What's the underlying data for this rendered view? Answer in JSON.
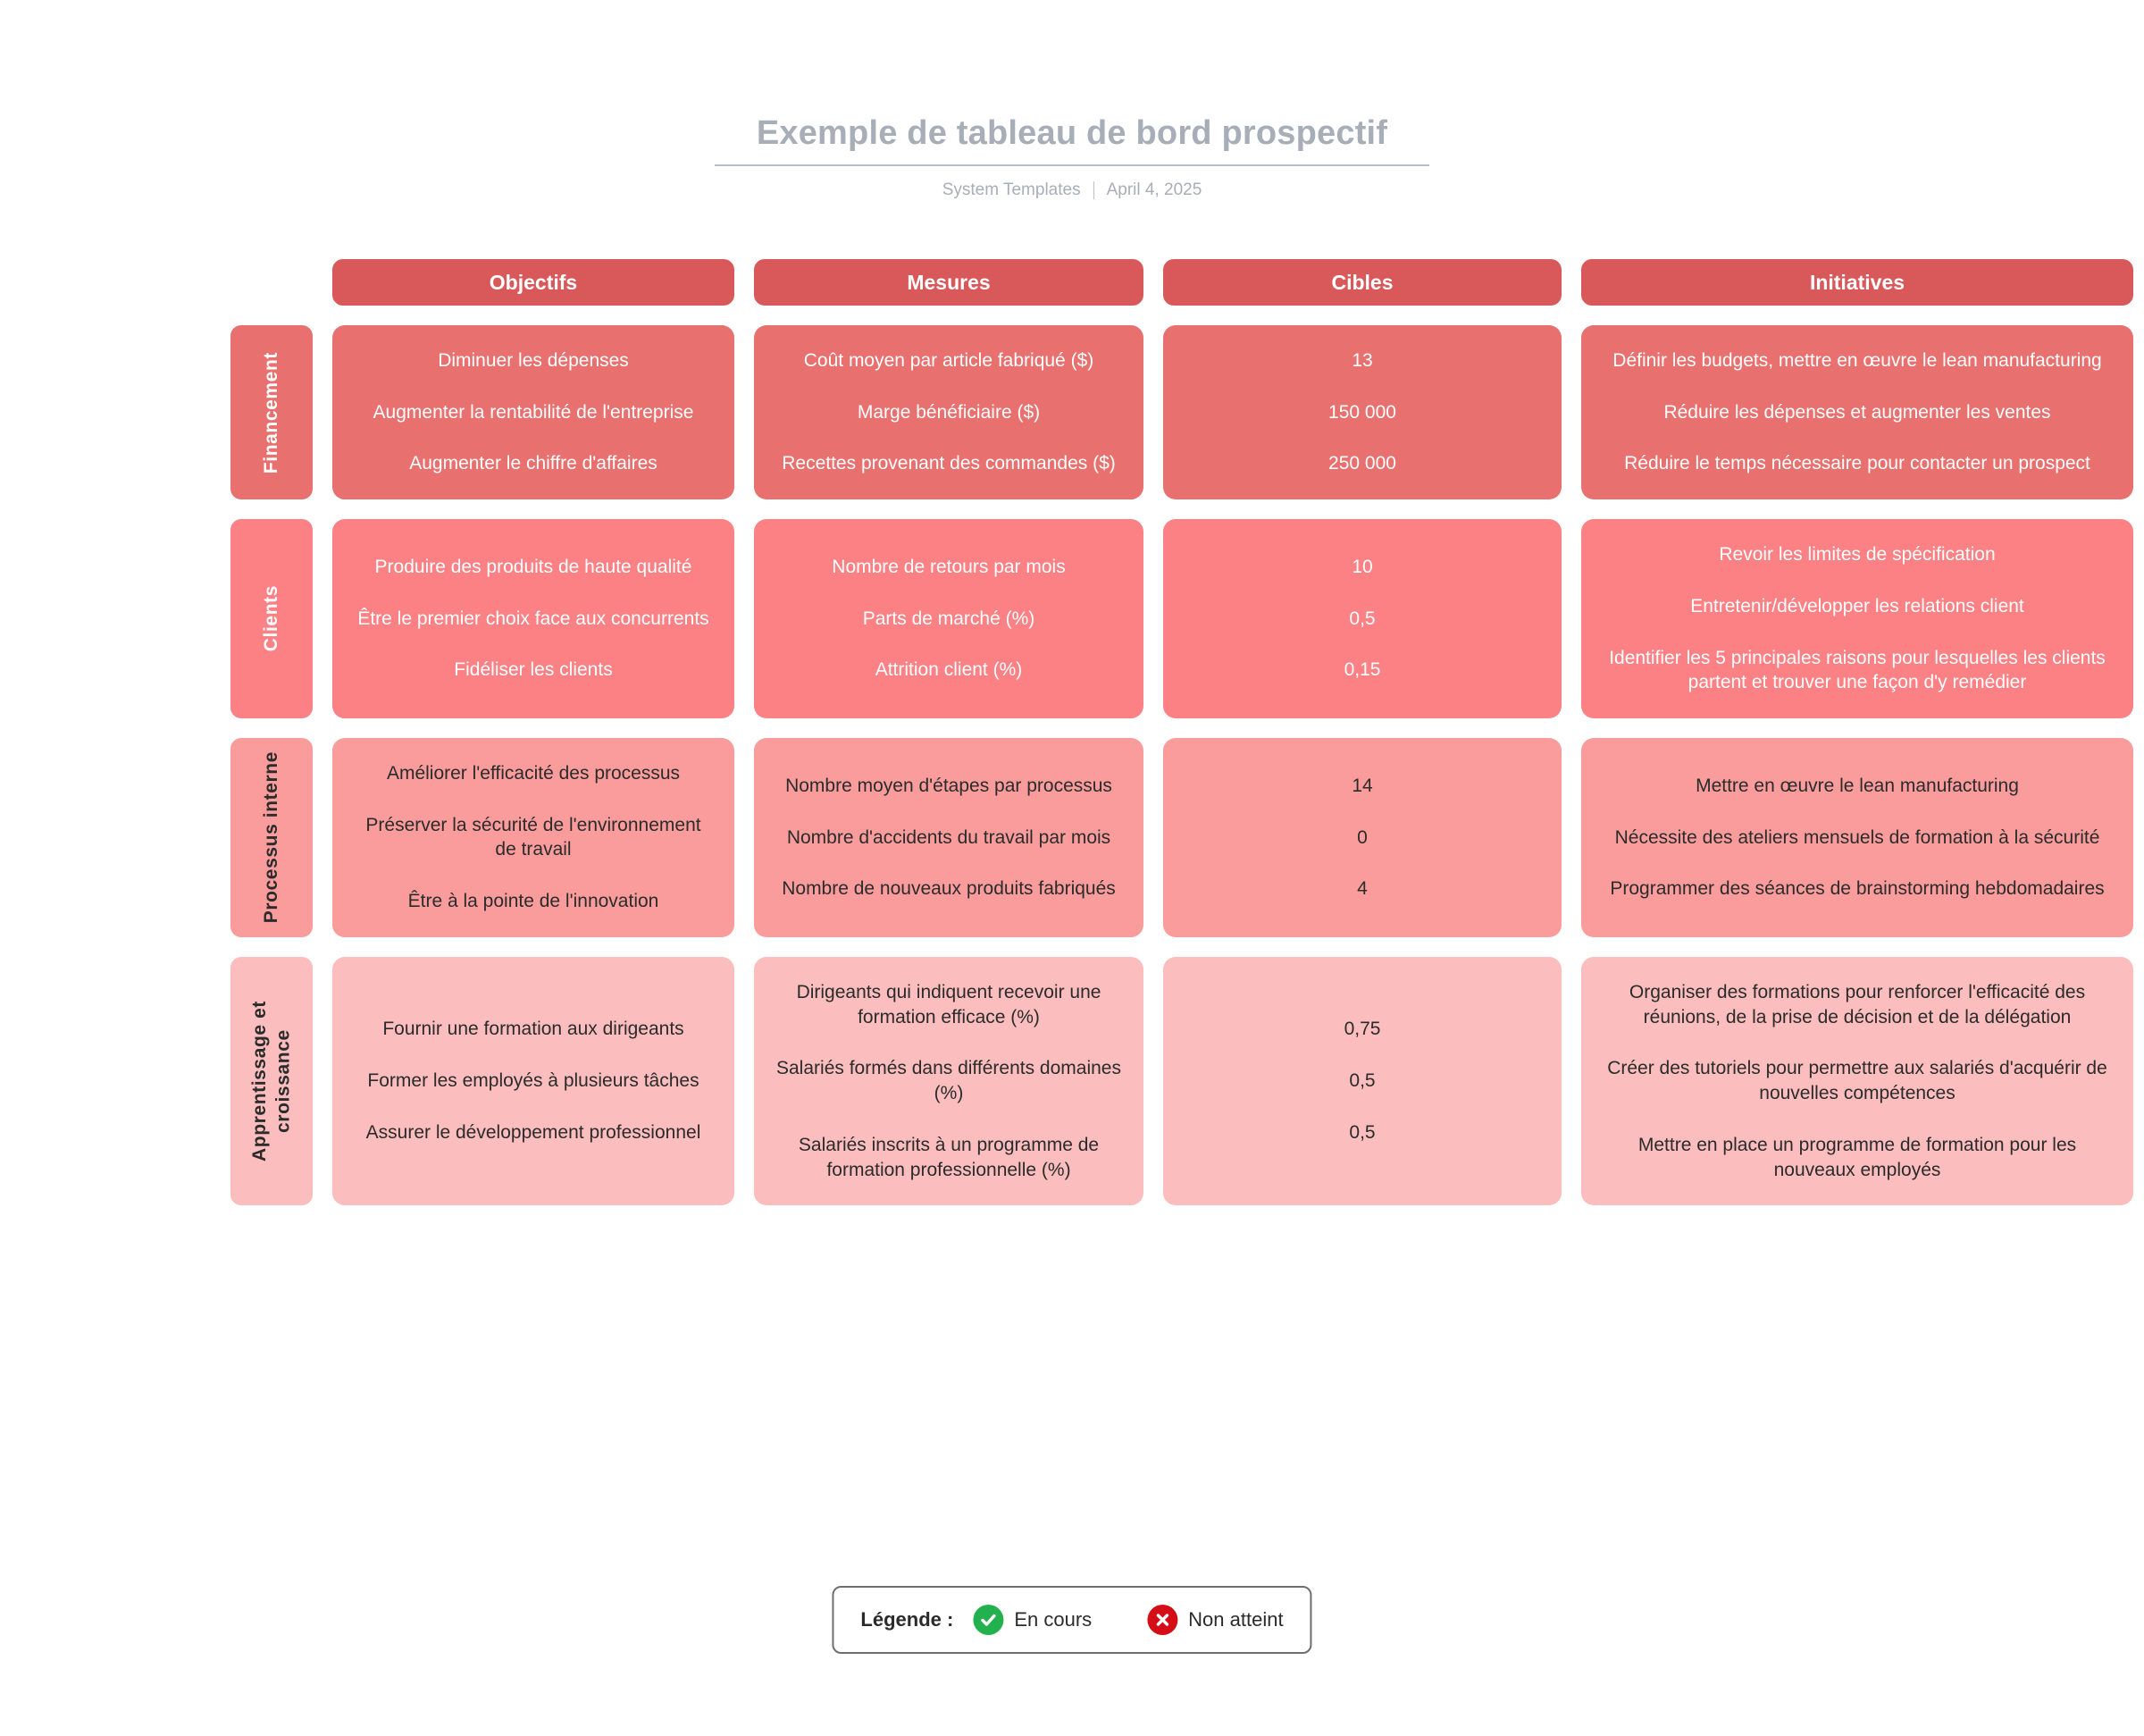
{
  "header": {
    "title": "Exemple de tableau de bord prospectif",
    "source": "System Templates",
    "date": "April 4, 2025"
  },
  "colors": {
    "header_bar": "#d9595b",
    "row_1": "#e8706e",
    "row_2": "#fb8185",
    "row_3": "#fb9c9c",
    "row_4": "#fbbdbd",
    "title_gray": "#a8aeb8",
    "legend_ok": "#22b14c",
    "legend_bad": "#d40d17"
  },
  "columns": [
    {
      "label": "Objectifs"
    },
    {
      "label": "Mesures"
    },
    {
      "label": "Cibles"
    },
    {
      "label": "Initiatives"
    }
  ],
  "rows": [
    {
      "label": "Financement",
      "objectifs": "Diminuer les dépenses\nAugmenter la rentabilité de l'entreprise\nAugmenter le chiffre d'affaires",
      "objectifs_items": [
        "Diminuer les dépenses",
        "Augmenter la rentabilité de l'entreprise",
        "Augmenter le chiffre d'affaires"
      ],
      "mesures_items": [
        "Coût moyen par article fabriqué ($)",
        "Marge bénéficiaire ($)",
        "Recettes provenant des commandes ($)"
      ],
      "cibles_items": [
        "13",
        "150 000",
        "250 000"
      ],
      "initiatives_items": [
        "Définir les budgets, mettre en œuvre le lean manufacturing",
        "Réduire les dépenses et augmenter les ventes",
        "Réduire le temps nécessaire pour contacter un prospect"
      ]
    },
    {
      "label": "Clients",
      "objectifs_items": [
        "Produire des produits de haute qualité",
        "Être le premier choix face aux concurrents",
        "Fidéliser les clients"
      ],
      "mesures_items": [
        "Nombre de retours par mois",
        "Parts de marché (%)",
        "Attrition client (%)"
      ],
      "cibles_items": [
        "10",
        "0,5",
        "0,15"
      ],
      "initiatives_items": [
        "Revoir les limites de spécification",
        "Entretenir/développer les relations client",
        "Identifier les 5 principales raisons pour lesquelles les clients partent et trouver une façon d'y remédier"
      ]
    },
    {
      "label": "Processus interne",
      "objectifs_items": [
        "Améliorer l'efficacité des processus",
        "Préserver la sécurité de l'environnement de travail",
        "Être à la pointe de l'innovation"
      ],
      "mesures_items": [
        "Nombre moyen d'étapes par processus",
        "Nombre d'accidents du travail par mois",
        "Nombre de nouveaux produits fabriqués"
      ],
      "cibles_items": [
        "14",
        "0",
        "4"
      ],
      "initiatives_items": [
        "Mettre en œuvre le lean manufacturing",
        "Nécessite des ateliers mensuels de formation à la sécurité",
        "Programmer des séances de brainstorming hebdomadaires"
      ]
    },
    {
      "label": "Apprentissage et\ncroissance",
      "objectifs_items": [
        "Fournir une formation aux dirigeants",
        "Former les employés à plusieurs tâches",
        "Assurer le développement professionnel"
      ],
      "mesures_items": [
        "Dirigeants qui indiquent recevoir une formation efficace (%)",
        "Salariés formés dans différents domaines (%)",
        "Salariés inscrits à un programme de formation professionnelle (%)"
      ],
      "cibles_items": [
        "0,75",
        "0,5",
        "0,5"
      ],
      "initiatives_items": [
        "Organiser des formations pour renforcer l'efficacité des réunions, de la prise de décision et de la délégation",
        "Créer des tutoriels pour permettre aux salariés d'acquérir de nouvelles compétences",
        "Mettre en place un programme de formation pour les nouveaux employés"
      ]
    }
  ],
  "legend": {
    "title": "Légende :",
    "items": [
      {
        "icon": "check-circle-icon",
        "label": "En cours"
      },
      {
        "icon": "x-circle-icon",
        "label": "Non atteint"
      }
    ]
  }
}
